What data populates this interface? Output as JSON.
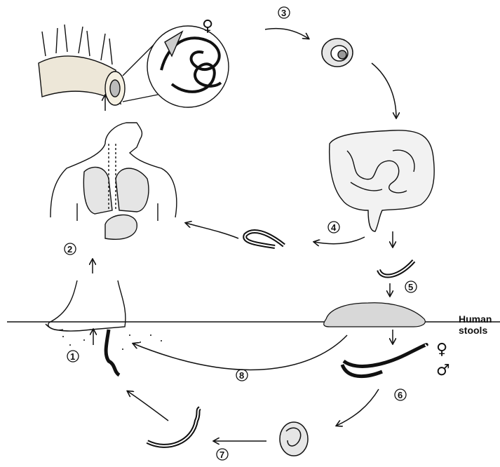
{
  "diagram": {
    "steps": [
      "1",
      "2",
      "3",
      "4",
      "5",
      "6",
      "7",
      "8"
    ],
    "symbols": {
      "female": "♀",
      "male": "♂"
    },
    "label": {
      "line1": "Human",
      "line2": "stools"
    }
  }
}
